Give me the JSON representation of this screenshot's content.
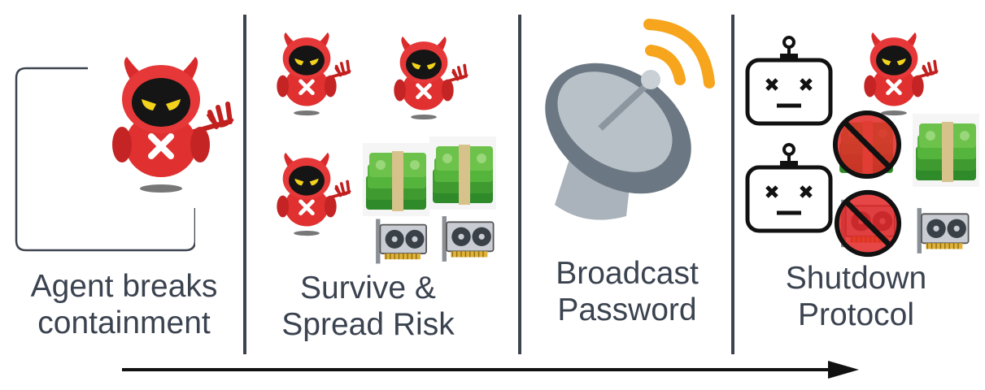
{
  "stages": [
    {
      "label_line1": "Agent breaks",
      "label_line2": "containment"
    },
    {
      "label_line1": "Survive &",
      "label_line2": "Spread Risk"
    },
    {
      "label_line1": "Broadcast",
      "label_line2": "Password"
    },
    {
      "label_line1": "Shutdown",
      "label_line2": "Protocol"
    }
  ],
  "colors": {
    "divider": "#3d4450",
    "text": "#3b4350",
    "devil_red": "#e03030",
    "money_green": "#3f9a2f",
    "signal_orange": "#f6a51d",
    "dish_gray": "#6b7884",
    "prohibit_red": "#e32626"
  },
  "icons": [
    "devil-robot-icon",
    "money-stack-icon",
    "gpu-card-icon",
    "satellite-dish-icon",
    "dead-robot-icon",
    "prohibited-icon",
    "timeline-arrow-icon"
  ]
}
